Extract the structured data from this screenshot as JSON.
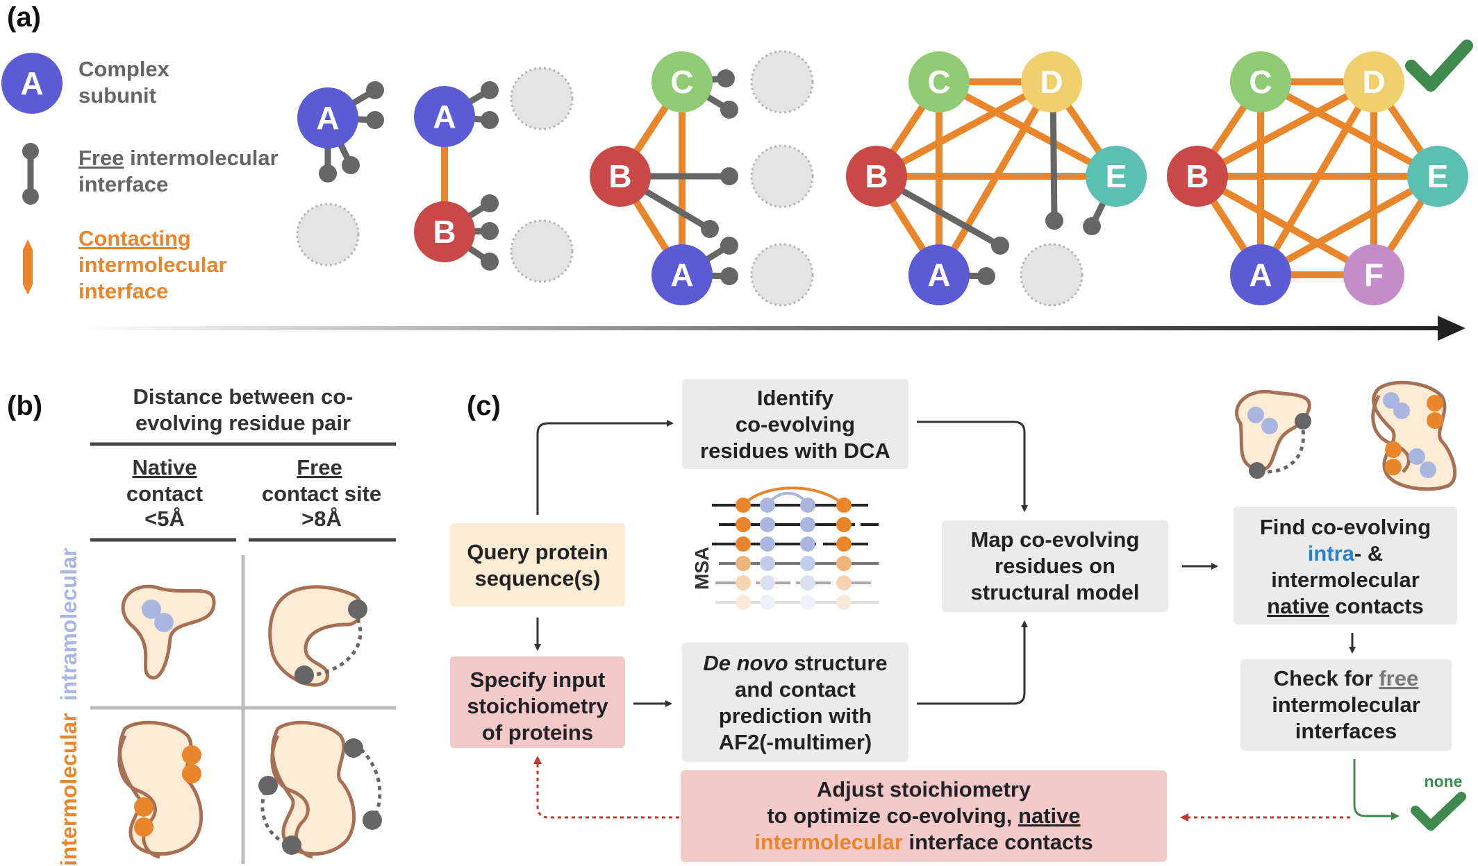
{
  "colors": {
    "subunit_A": "#5b5bd6",
    "subunit_B": "#c94848",
    "subunit_C": "#8fcb72",
    "subunit_D": "#f0cf6d",
    "subunit_E": "#5bbfb2",
    "subunit_F": "#c48dc9",
    "contact": "#e9862b",
    "free": "#666666",
    "stoich_red": "#d03030",
    "intra_blue": "#2f7fc8",
    "check_green": "#3f8a4e",
    "box_gray": "#ebebeb",
    "box_peach": "#fcebd5",
    "box_pink": "#f4c9c9"
  },
  "panel_a": {
    "label": "(a)",
    "legend": {
      "subunit_letter": "A",
      "subunit_line1": "Complex",
      "subunit_line2": "subunit",
      "free_line1_underlined": "Free",
      "free_line1_rest": " intermolecular",
      "free_line2": "interface",
      "contact_line1": "Contacting",
      "contact_line2": "intermolecular",
      "contact_line3": "interface"
    },
    "nodes": {
      "A": "A",
      "B": "B",
      "C": "C",
      "D": "D",
      "E": "E",
      "F": "F"
    }
  },
  "panel_b": {
    "label": "(b)",
    "header_line1": "Distance between co-",
    "header_line2": "evolving residue pair",
    "col1_line1": "Native",
    "col1_line2": "contact",
    "col1_line3": "<5Å",
    "col2_line1": "Free",
    "col2_line2": "contact site",
    "col2_line3": ">8Å",
    "row1_label": "intramolecular",
    "row2_label": "intermolecular"
  },
  "panel_c": {
    "label": "(c)",
    "query_line1": "Query protein",
    "query_line2": "sequence(s)",
    "identify_line1": "Identify",
    "identify_line2": "co-evolving",
    "identify_line3": "residues with DCA",
    "msa_label": "MSA",
    "denovo_italic": "De novo",
    "denovo_line1_rest": " structure",
    "denovo_line2": "and contact",
    "denovo_line3": "prediction with",
    "denovo_line4": "AF2(-multimer)",
    "specify_line1": "Specify input",
    "specify_line2": "stoichiometry",
    "specify_line3": "of proteins",
    "map_line1": "Map co-evolving",
    "map_line2": "residues on",
    "map_line3": "structural model",
    "find_line1": "Find co-evolving",
    "find_intra": "intra",
    "find_line2_rest": "- &",
    "find_line3": "intermolecular",
    "find_native": "native",
    "find_line4_rest": " contacts",
    "check_line1_prefix": "Check for ",
    "check_free": "free",
    "check_line2": "intermolecular",
    "check_line3": "interfaces",
    "adjust_line1": "Adjust stoichiometry",
    "adjust_line2_prefix": "to optimize co-evolving, ",
    "adjust_native": "native",
    "adjust_inter": "intermolecular",
    "adjust_line3_rest": " interface contacts",
    "none_label": "none"
  }
}
